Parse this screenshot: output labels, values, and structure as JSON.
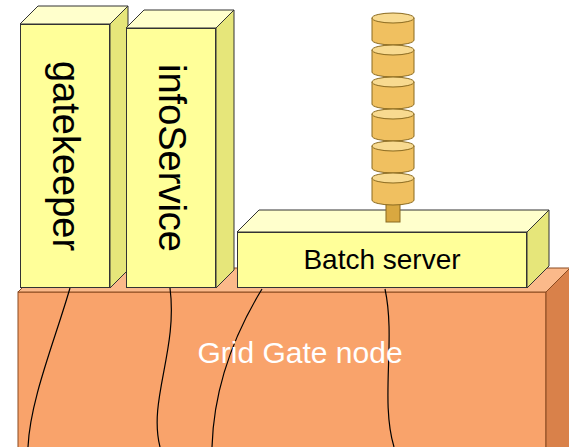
{
  "diagram": {
    "nodes": [
      {
        "text": [
          "gatekeeper"
        ]
      },
      {
        "text": [
          "infoService"
        ]
      },
      {
        "text": [
          "Batch server"
        ]
      },
      {
        "text": [
          "Grid Gate node"
        ]
      }
    ]
  }
}
